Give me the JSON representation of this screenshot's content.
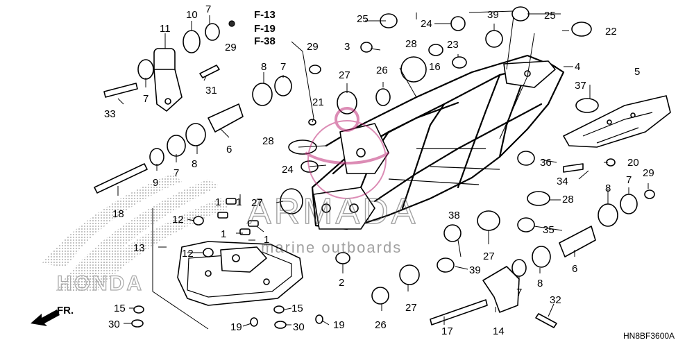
{
  "diagram": {
    "code": "HN8BF3600A",
    "direction_label": "FR.",
    "refs": [
      "F-13",
      "F-19",
      "F-38"
    ],
    "watermark_brand": "ARMADA",
    "watermark_tagline": "marine outboards",
    "background_brand": "HONDA",
    "callouts": {
      "c1a": "1",
      "c1b": "1",
      "c1c": "1",
      "c1d": "1",
      "c2": "2",
      "c3": "3",
      "c4": "4",
      "c5": "5",
      "c6a": "6",
      "c6b": "6",
      "c7a": "7",
      "c7b": "7",
      "c7c": "7",
      "c7d": "7",
      "c7e": "7",
      "c7f": "7",
      "c8a": "8",
      "c8b": "8",
      "c8c": "8",
      "c8d": "8",
      "c9": "9",
      "c10": "10",
      "c11": "11",
      "c12a": "12",
      "c12b": "12",
      "c13": "13",
      "c14": "14",
      "c15a": "15",
      "c15b": "15",
      "c16": "16",
      "c17": "17",
      "c18": "18",
      "c19a": "19",
      "c19b": "19",
      "c20": "20",
      "c21": "21",
      "c22": "22",
      "c23": "23",
      "c24a": "24",
      "c24b": "24",
      "c25a": "25",
      "c25b": "25",
      "c26a": "26",
      "c26b": "26",
      "c27a": "27",
      "c27b": "27",
      "c27c": "27",
      "c27d": "27",
      "c28a": "28",
      "c28b": "28",
      "c28c": "28",
      "c29a": "29",
      "c29b": "29",
      "c29c": "29",
      "c30a": "30",
      "c30b": "30",
      "c31": "31",
      "c32": "32",
      "c33": "33",
      "c34": "34",
      "c35": "35",
      "c36": "36",
      "c37": "37",
      "c38": "38",
      "c39a": "39",
      "c39b": "39"
    }
  }
}
